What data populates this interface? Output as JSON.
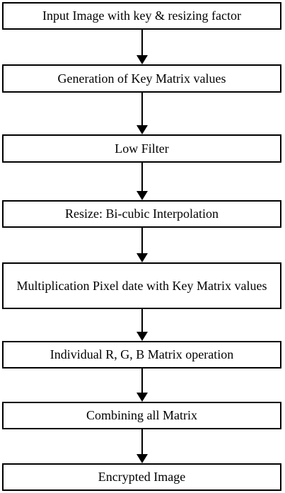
{
  "flowchart": {
    "steps": [
      {
        "label": "Input Image with key & resizing factor"
      },
      {
        "label": "Generation of Key Matrix values"
      },
      {
        "label": "Low Filter"
      },
      {
        "label": "Resize: Bi-cubic Interpolation"
      },
      {
        "label": "Multiplication Pixel date with Key Matrix values"
      },
      {
        "label": "Individual R, G, B Matrix operation"
      },
      {
        "label": "Combining all Matrix"
      },
      {
        "label": "Encrypted Image"
      }
    ]
  },
  "colors": {
    "stroke": "#000000",
    "background": "#ffffff"
  }
}
